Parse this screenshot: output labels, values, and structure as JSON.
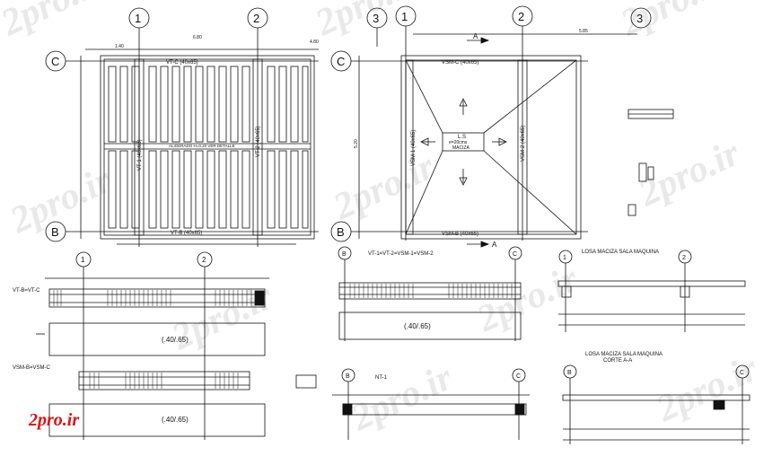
{
  "grid_axes": {
    "left_plan": {
      "numbers": [
        "1",
        "2"
      ],
      "letters": [
        "C",
        "B"
      ]
    },
    "right_plan": {
      "numbers": [
        "3",
        "1",
        "2",
        "3"
      ],
      "letters": [
        "C",
        "B"
      ]
    }
  },
  "left_plan": {
    "top_beam": "VT-C (40x65)",
    "bottom_beam": "VT-B (40x65)",
    "left_beam": "VT-1 (40x65)",
    "right_beam": "VT-2 (40x65)",
    "top_dims": [
      "1.40",
      "6.80",
      "4.80"
    ],
    "center_note": "ALIGERADO H=0.20 VER DETALLE"
  },
  "right_plan": {
    "top_beam": "VSM-C (40x65)",
    "bottom_beam": "VSM-B (40x65)",
    "left_beam": "VSM-1 (40x65)",
    "right_beam": "VSM-2 (40x65)",
    "section_mark": "A",
    "opening_label": "L.S",
    "opening_sub": "e=20cms",
    "opening_note": "MACIZA",
    "top_dim": "5.85",
    "side_dim": "5.20"
  },
  "sections": {
    "beam1_title": "VT-B=VT-C",
    "beam2_title": "VSM-B=VSM-C",
    "beam1_axes": [
      "1",
      "2"
    ],
    "beam_size": "(.40/.65)",
    "mid_title": "VT-1=VT-2=VSM-1=VSM-2",
    "mid_axes": [
      "B",
      "C"
    ],
    "nt_title": "NT-1",
    "nt_axes": [
      "B",
      "C"
    ],
    "slab1_title": "LOSA MACIZA SALA MAQUINA",
    "slab1_axes": [
      "1",
      "2"
    ],
    "slab2_title": "LOSA MACIZA SALA MAQUINA",
    "slab2_sub": "CORTE A-A",
    "slab2_axes": [
      "B",
      "C"
    ]
  },
  "watermark": "2pro.ir",
  "logo": "2pro.ir",
  "colors": {
    "line": "#111111",
    "watermark": "#e6e6e6",
    "logo": "#dd1111"
  }
}
